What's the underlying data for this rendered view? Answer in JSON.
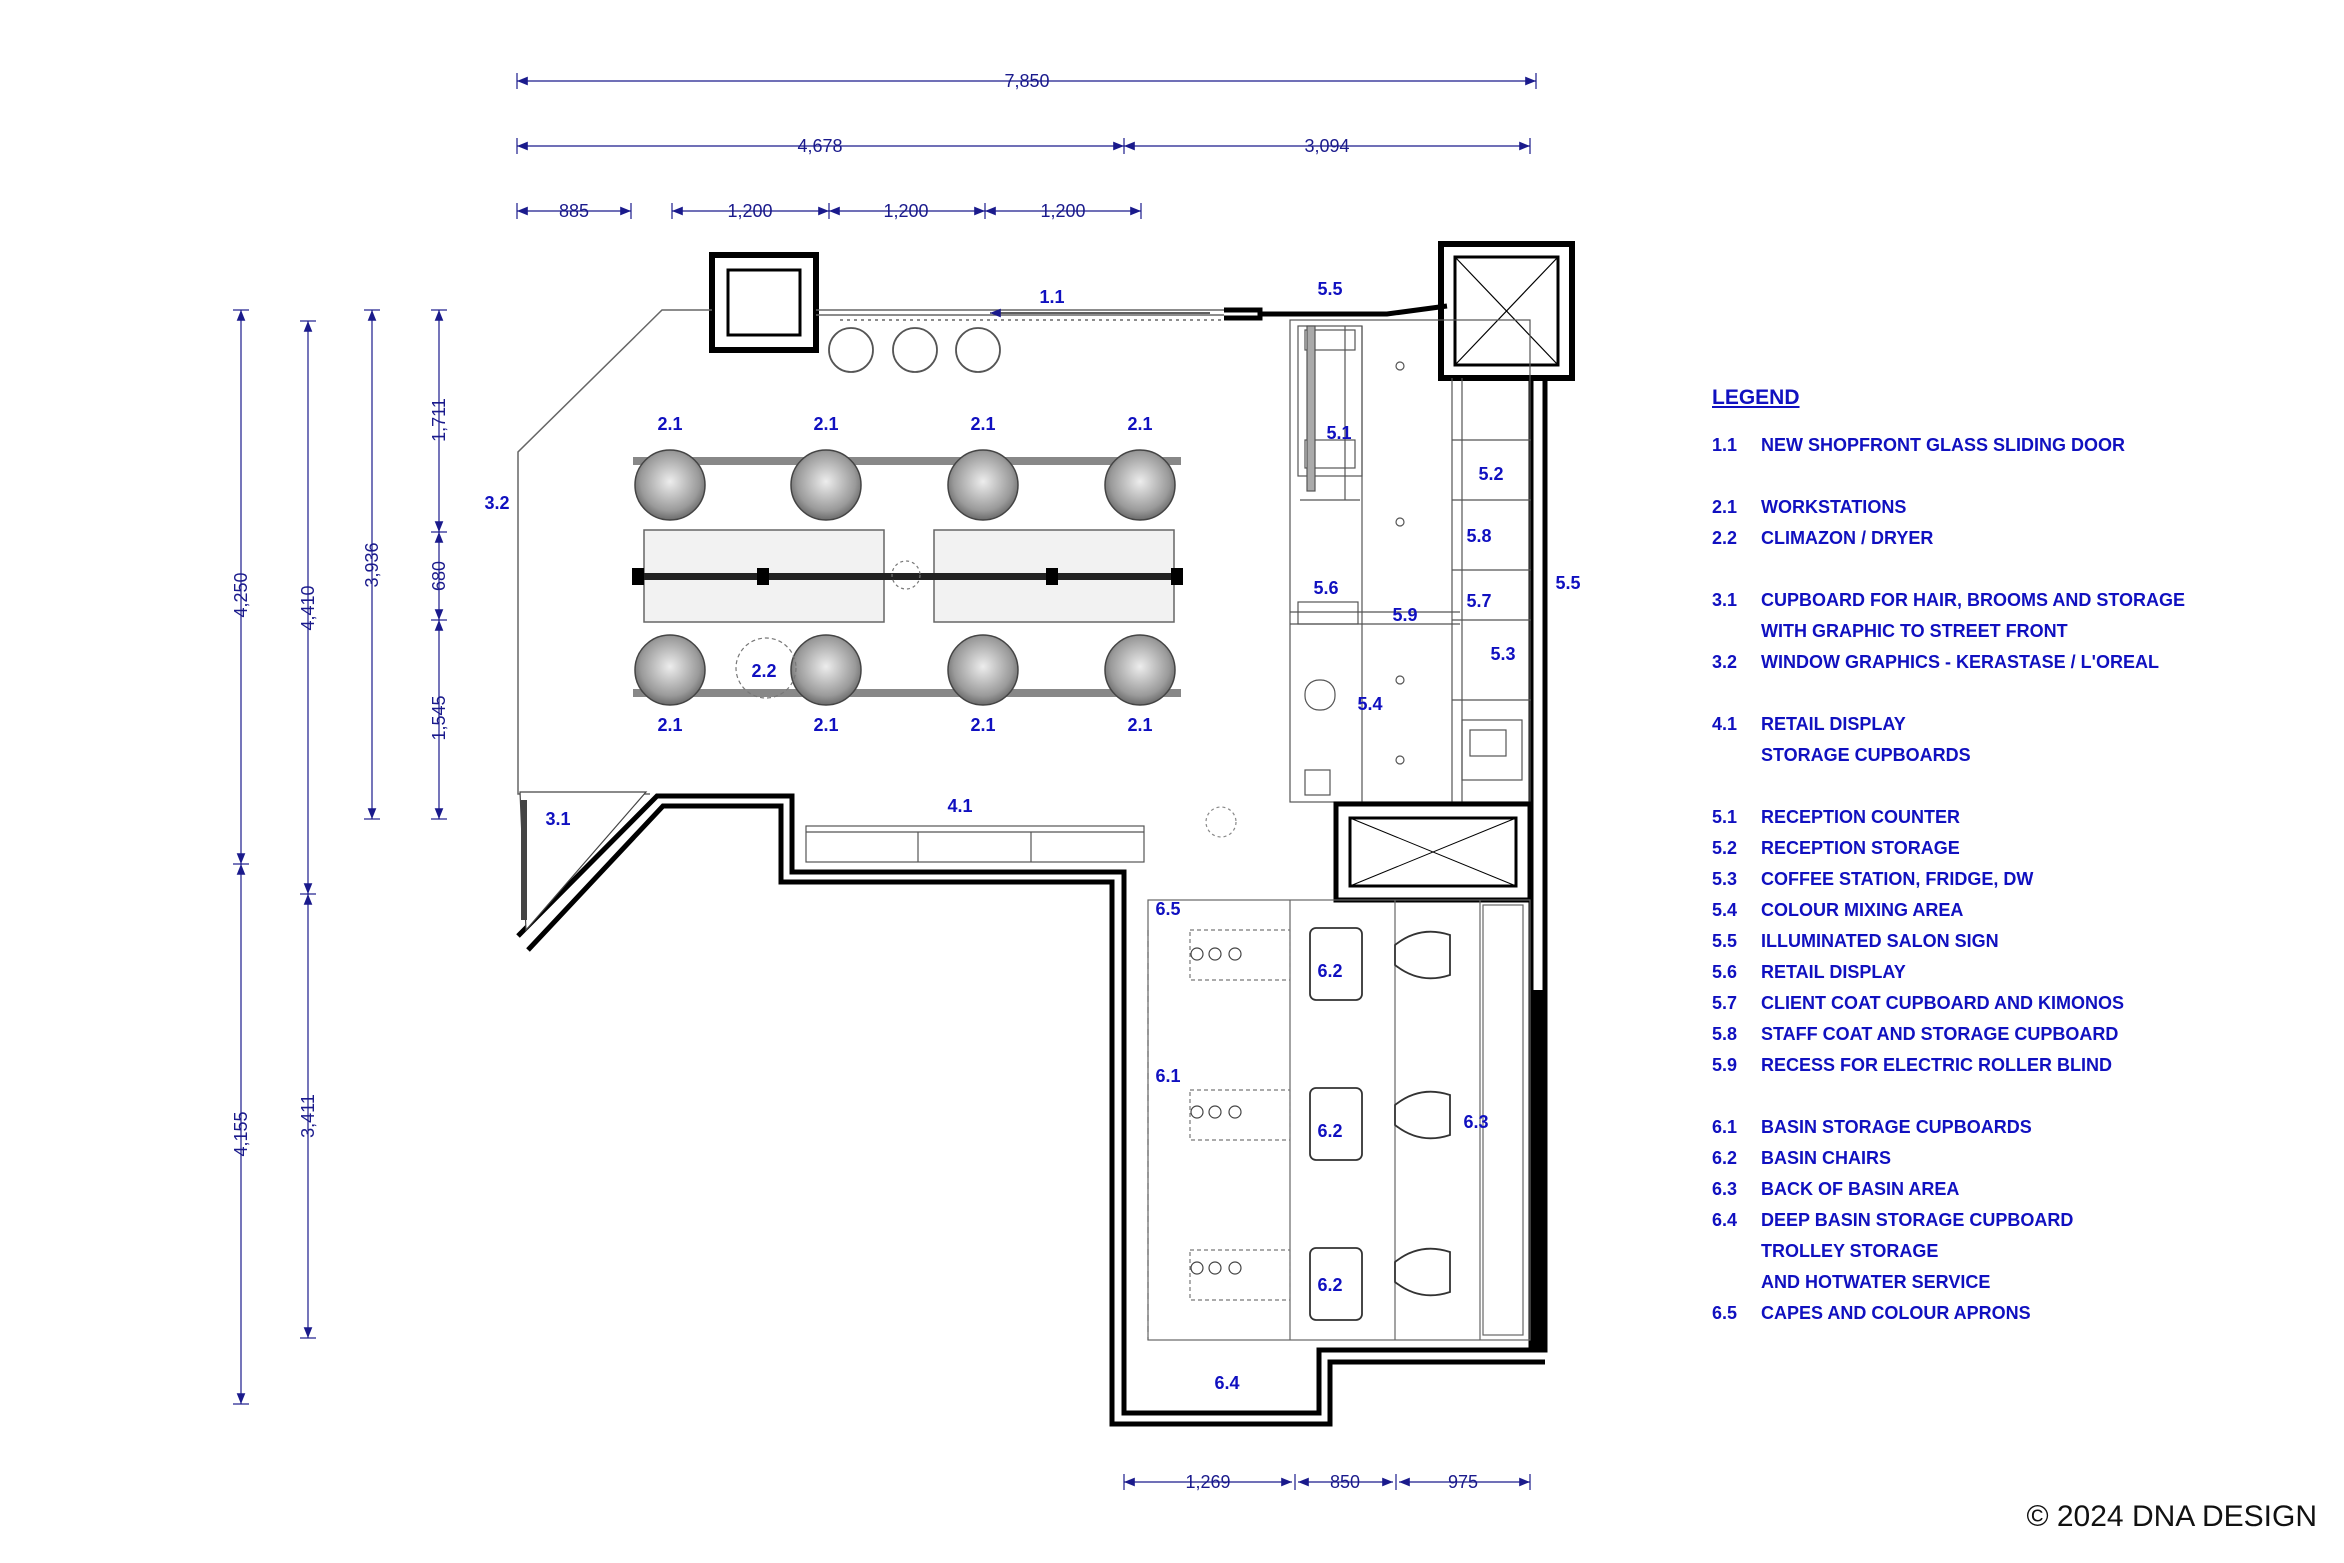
{
  "dimensions": {
    "top": [
      "7,850",
      "4,678",
      "3,094",
      "885",
      "1,200",
      "1,200",
      "1,200"
    ],
    "left": [
      "4,250",
      "4,410",
      "3,936",
      "1,711",
      "680",
      "1,545",
      "4,155",
      "3,411"
    ],
    "bottom": [
      "1,269",
      "850",
      "975"
    ]
  },
  "tags": {
    "t11": "1.1",
    "t21": "2.1",
    "t22": "2.2",
    "t31": "3.1",
    "t32": "3.2",
    "t41": "4.1",
    "t51": "5.1",
    "t52": "5.2",
    "t53": "5.3",
    "t54": "5.4",
    "t55": "5.5",
    "t56": "5.6",
    "t57": "5.7",
    "t58": "5.8",
    "t59": "5.9",
    "t61": "6.1",
    "t62": "6.2",
    "t63": "6.3",
    "t64": "6.4",
    "t65": "6.5"
  },
  "legend": {
    "title": "LEGEND",
    "groups": [
      [
        {
          "num": "1.1",
          "text": "NEW SHOPFRONT GLASS SLIDING DOOR"
        }
      ],
      [
        {
          "num": "2.1",
          "text": "WORKSTATIONS"
        },
        {
          "num": "2.2",
          "text": "CLIMAZON / DRYER"
        }
      ],
      [
        {
          "num": "3.1",
          "text": "CUPBOARD FOR HAIR, BROOMS AND STORAGE"
        },
        {
          "num": "",
          "text": "WITH GRAPHIC TO STREET FRONT"
        },
        {
          "num": "3.2",
          "text": "WINDOW GRAPHICS - KERASTASE / L'OREAL"
        }
      ],
      [
        {
          "num": "4.1",
          "text": "RETAIL DISPLAY"
        },
        {
          "num": "",
          "text": "STORAGE CUPBOARDS"
        }
      ],
      [
        {
          "num": "5.1",
          "text": "RECEPTION COUNTER"
        },
        {
          "num": "5.2",
          "text": "RECEPTION STORAGE"
        },
        {
          "num": "5.3",
          "text": "COFFEE STATION, FRIDGE, DW"
        },
        {
          "num": "5.4",
          "text": "COLOUR MIXING AREA"
        },
        {
          "num": "5.5",
          "text": "ILLUMINATED SALON SIGN"
        },
        {
          "num": "5.6",
          "text": "RETAIL DISPLAY"
        },
        {
          "num": "5.7",
          "text": "CLIENT COAT CUPBOARD AND KIMONOS"
        },
        {
          "num": "5.8",
          "text": "STAFF COAT AND STORAGE CUPBOARD"
        },
        {
          "num": "5.9",
          "text": "RECESS FOR ELECTRIC ROLLER BLIND"
        }
      ],
      [
        {
          "num": "6.1",
          "text": "BASIN STORAGE CUPBOARDS"
        },
        {
          "num": "6.2",
          "text": "BASIN CHAIRS"
        },
        {
          "num": "6.3",
          "text": "BACK OF BASIN AREA"
        },
        {
          "num": "6.4",
          "text": "DEEP BASIN STORAGE CUPBOARD"
        },
        {
          "num": "",
          "text": "TROLLEY STORAGE"
        },
        {
          "num": "",
          "text": "AND HOTWATER SERVICE"
        },
        {
          "num": "6.5",
          "text": "CAPES AND COLOUR APRONS"
        }
      ]
    ]
  },
  "copyright": "© 2024 DNA DESIGN",
  "colors": {
    "annotation": "#1010c0",
    "dimension": "#1a1a8c",
    "wall": "#000000",
    "furniture": "#888888"
  }
}
